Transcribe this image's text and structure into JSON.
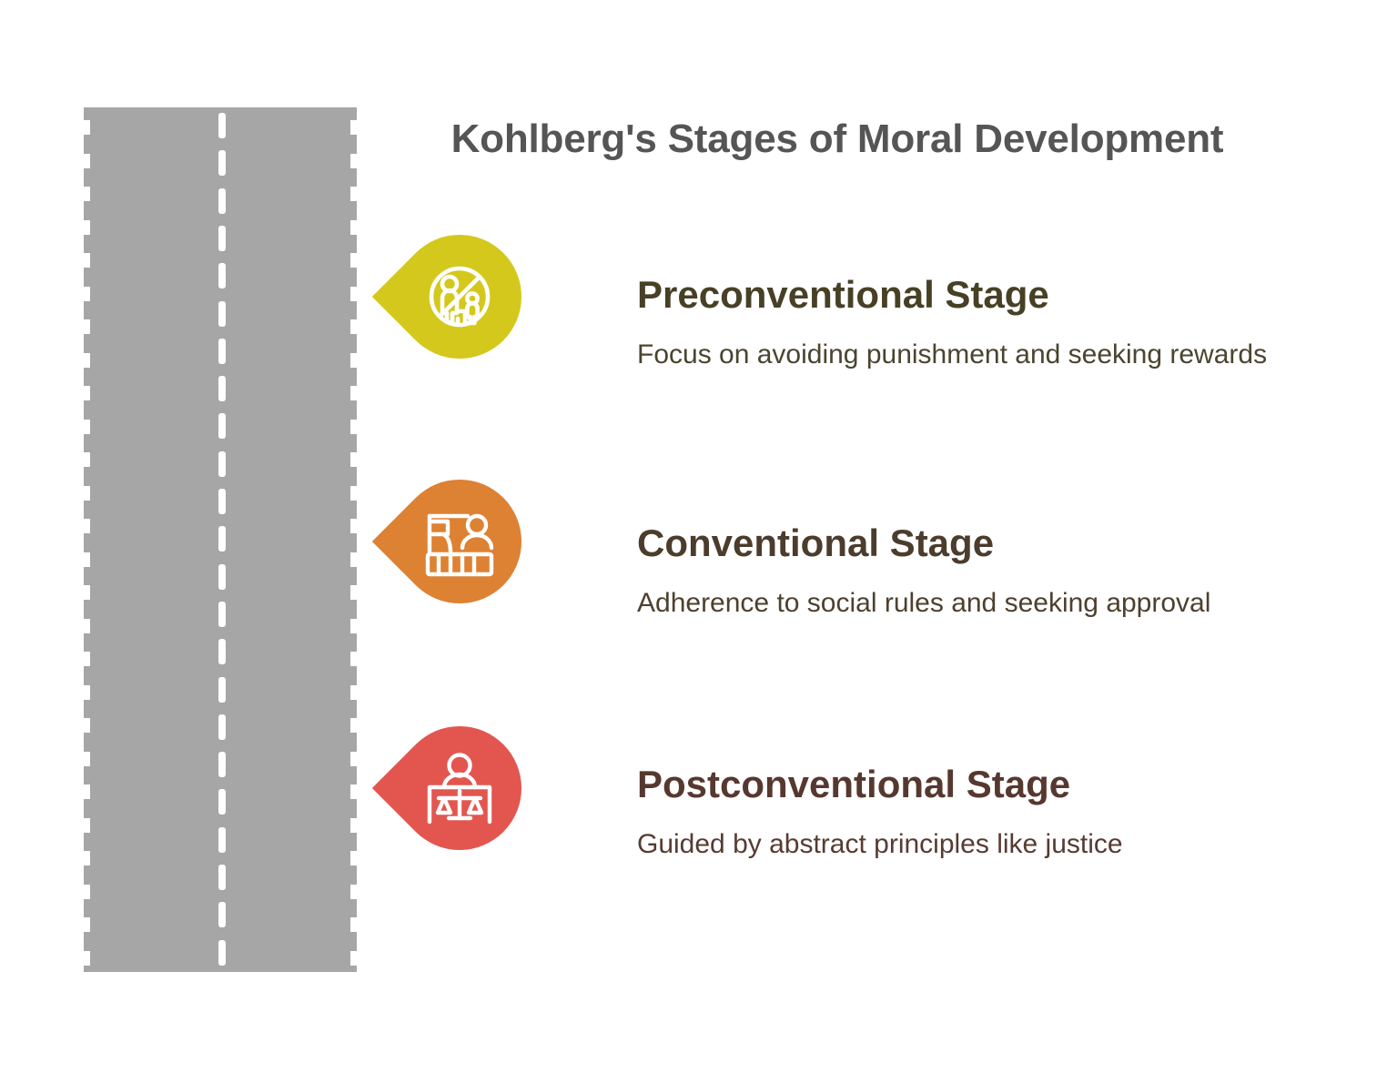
{
  "page": {
    "title": "Kohlberg's Stages of Moral Development",
    "title_color": "#555555",
    "background_color": "#ffffff"
  },
  "road": {
    "name": "road-graphic",
    "surface_color": "#A6A6A6",
    "centerline_color": "#ffffff",
    "dash_count": 23,
    "notch_count": 26
  },
  "stages": [
    {
      "icon_name": "no-children-prohibition-icon",
      "badge_color": "#D4C81C",
      "heading": "Preconventional Stage",
      "heading_color": "#474025",
      "description": "Focus on avoiding punishment and seeking rewards",
      "description_color": "#4A4430"
    },
    {
      "icon_name": "classroom-teacher-icon",
      "badge_color": "#DD8133",
      "heading": "Conventional Stage",
      "heading_color": "#4B3C2C",
      "description": "Adherence to social rules and seeking approval",
      "description_color": "#4E402F"
    },
    {
      "icon_name": "judge-scales-of-justice-icon",
      "badge_color": "#E35650",
      "heading": "Postconventional Stage",
      "heading_color": "#56382F",
      "description": "Guided by abstract principles like justice",
      "description_color": "#573B32"
    }
  ]
}
